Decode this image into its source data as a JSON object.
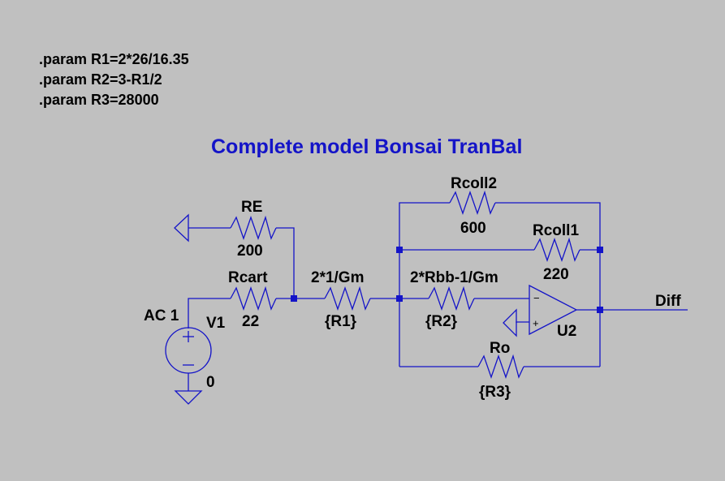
{
  "colors": {
    "background": "#c0c0c0",
    "wire": "#1414c8",
    "title": "#1414c8",
    "text": "#000000"
  },
  "directives": [
    ".param R1=2*26/16.35",
    ".param R2=3-R1/2",
    ".param R3=28000"
  ],
  "title": "Complete model Bonsai TranBal",
  "components": {
    "RE": {
      "name": "RE",
      "value": "200"
    },
    "Rcart": {
      "name": "Rcart",
      "value": "22"
    },
    "R_gm": {
      "name": "2*1/Gm",
      "value": "{R1}"
    },
    "R_rbb": {
      "name": "2*Rbb-1/Gm",
      "value": "{R2}"
    },
    "Rcoll2": {
      "name": "Rcoll2",
      "value": "600"
    },
    "Rcoll1": {
      "name": "Rcoll1",
      "value": "220"
    },
    "Ro": {
      "name": "Ro",
      "value": "{R3}"
    },
    "V1": {
      "name": "V1",
      "value": "AC 1",
      "extra": "0"
    },
    "U2": {
      "name": "U2",
      "minus": "−",
      "plus": "+"
    }
  },
  "net_labels": {
    "out": "Diff"
  }
}
